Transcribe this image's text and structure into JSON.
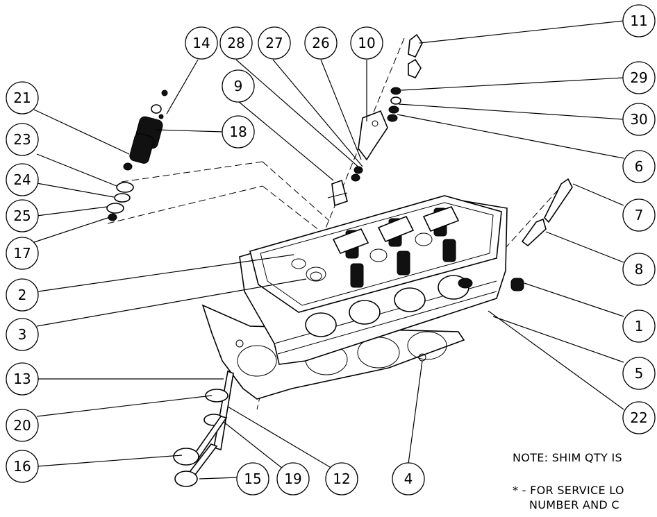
{
  "callouts": [
    "11",
    "29",
    "30",
    "6",
    "7",
    "8",
    "1",
    "5",
    "22",
    "14",
    "28",
    "27",
    "26",
    "10",
    "9",
    "18",
    "21",
    "23",
    "24",
    "25",
    "17",
    "2",
    "3",
    "13",
    "20",
    "16",
    "15",
    "19",
    "12",
    "4"
  ],
  "notes": {
    "shim": "NOTE: SHIM QTY IS",
    "service_line1": "* - FOR SERVICE LO",
    "service_line2": "NUMBER AND C"
  },
  "colors": {
    "line": "#000000",
    "background": "#ffffff"
  }
}
